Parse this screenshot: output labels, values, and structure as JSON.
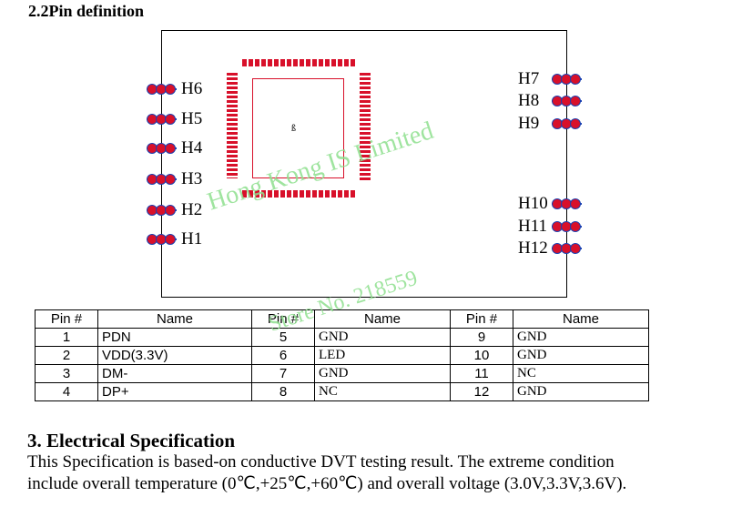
{
  "section_title": "2.2Pin definition",
  "board": {
    "chip_label": "ß",
    "left_pins": [
      "H6",
      "H5",
      "H4",
      "H3",
      "H2",
      "H1"
    ],
    "right_pins": [
      "H7",
      "H8",
      "H9",
      "H10",
      "H11",
      "H12"
    ],
    "watermark_1": "Hong Kong IS Limited",
    "watermark_2": "Store No. 218559",
    "pad_color": "#d8102a",
    "line_color": "#1a3fb0"
  },
  "table": {
    "headers": [
      "Pin #",
      "Name",
      "Pin #",
      "Name",
      "Pin #",
      "Name"
    ],
    "rows": [
      [
        "1",
        "PDN",
        "5",
        "GND",
        "9",
        "GND"
      ],
      [
        "2",
        "VDD(3.3V)",
        "6",
        "LED",
        "10",
        "GND"
      ],
      [
        "3",
        "DM-",
        "7",
        "GND",
        "11",
        "NC"
      ],
      [
        "4",
        "DP+",
        "8",
        "NC",
        "12",
        "GND"
      ]
    ]
  },
  "electrical": {
    "title": "3. Electrical Specification",
    "line1": "This Specification is based-on conductive DVT testing result. The extreme condition",
    "line2": "include overall temperature (0℃,+25℃,+60℃) and overall voltage (3.0V,3.3V,3.6V)."
  }
}
